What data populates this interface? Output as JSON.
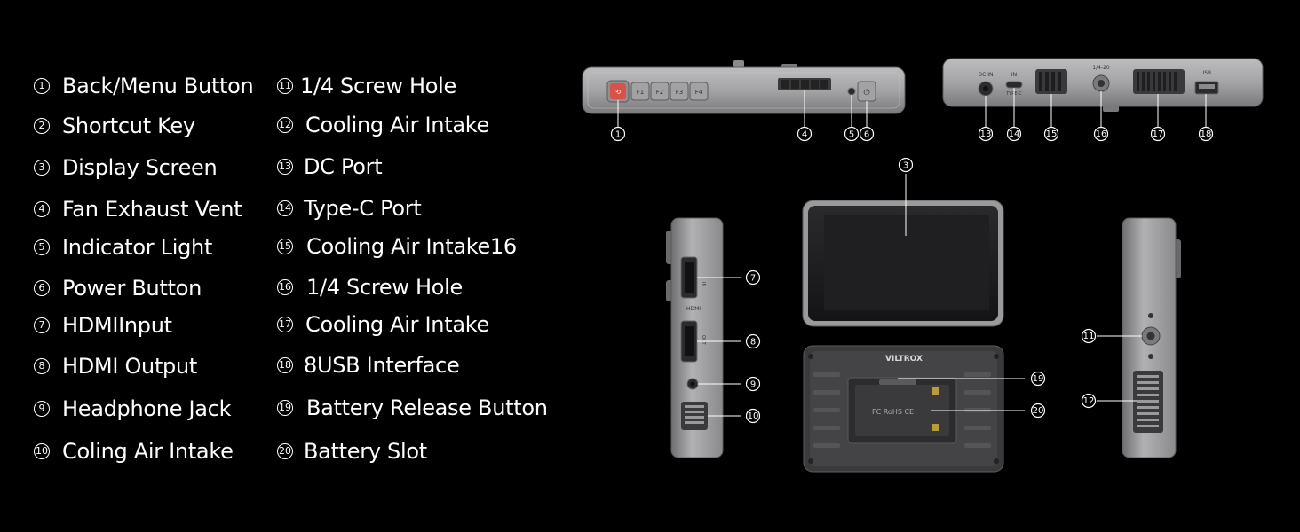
{
  "legend": [
    {
      "num": "1",
      "label": "Back/Menu Button"
    },
    {
      "num": "2",
      "label": "Shortcut Key"
    },
    {
      "num": "3",
      "label": "Display Screen"
    },
    {
      "num": "4",
      "label": "Fan Exhaust Vent"
    },
    {
      "num": "5",
      "label": "Indicator Light"
    },
    {
      "num": "6",
      "label": "Power Button"
    },
    {
      "num": "7",
      "label": "HDMIInput"
    },
    {
      "num": "8",
      "label": "HDMI Output"
    },
    {
      "num": "9",
      "label": "Headphone Jack"
    },
    {
      "num": "10",
      "label": "Coling Air Intake"
    },
    {
      "num": "11",
      "label": "1/4 Screw Hole"
    },
    {
      "num": "12",
      "label": "Cooling Air Intake"
    },
    {
      "num": "13",
      "label": "DC Port"
    },
    {
      "num": "14",
      "label": "Type-C Port"
    },
    {
      "num": "15",
      "label": "Cooling Air Intake16"
    },
    {
      "num": "16",
      "label": "1/4 Screw Hole"
    },
    {
      "num": "17",
      "label": "Cooling Air Intake"
    },
    {
      "num": "18",
      "label": "8USB Interface"
    },
    {
      "num": "19",
      "label": "Battery Release Button"
    },
    {
      "num": "20",
      "label": "Battery Slot"
    }
  ],
  "device": {
    "top_buttons": [
      "F1",
      "F2",
      "F3",
      "F4"
    ],
    "dc_label": "DC IN",
    "in_label": "IN",
    "typec_label": "TYPE-C",
    "screw_label": "1/4-20",
    "usb_label": "USB",
    "hdmi_label": "HDMI",
    "in_side": "IN",
    "out_side": "OUT",
    "brand": "VILTROX",
    "cert": "FC RoHS CE"
  },
  "callouts": {
    "c1": "1",
    "c4": "4",
    "c5": "5",
    "c6": "6",
    "c13": "13",
    "c14": "14",
    "c15": "15",
    "c16": "16",
    "c17": "17",
    "c18": "18",
    "c3": "3",
    "c7": "7",
    "c8": "8",
    "c9": "9",
    "c10": "10",
    "c11": "11",
    "c12": "12",
    "c19": "19",
    "c20": "20"
  },
  "colors": {
    "body_light": "#a9a9ab",
    "body_mid": "#8e8e90",
    "body_dark": "#5c5c5e",
    "back_plate": "#3a3a3c",
    "screen": "#1b1b1d",
    "accent_red": "#d9524a"
  }
}
